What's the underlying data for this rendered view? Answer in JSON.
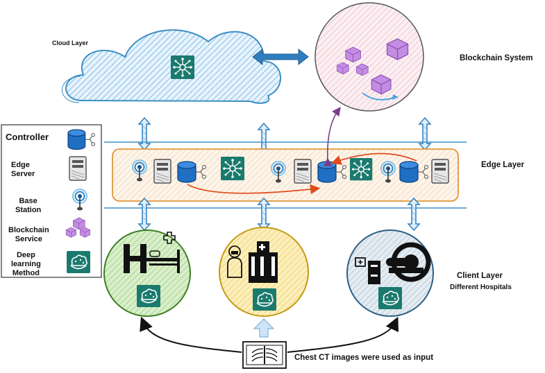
{
  "labels": {
    "cloud_layer": "Cloud Layer",
    "blockchain_system": "Blockchain System",
    "edge_layer": "Edge Layer",
    "client_layer": "Client Layer",
    "different_hospitals": "Different Hospitals",
    "input_caption": "Chest CT images were used as input"
  },
  "legend": {
    "items": [
      {
        "label": "Controller",
        "icon": "database-controller-icon"
      },
      {
        "label": "Edge\nServer",
        "icon": "server-icon"
      },
      {
        "label": "Base\nStation",
        "icon": "base-station-icon"
      },
      {
        "label": "Blockchain\nService",
        "icon": "blockchain-cubes-icon"
      },
      {
        "label": "Deep\nlearning\nMethod",
        "icon": "deep-learning-brain-icon"
      }
    ]
  },
  "colors": {
    "cloud_stroke": "#3d8fc4",
    "cloud_fill": "#cfe6f7",
    "blockchain_fill": "#f6dfe6",
    "edge_fill": "#fbe9d6",
    "edge_stroke": "#e0963a",
    "arrow_blue": "#2f7fc0",
    "teal": "#1b7a6e",
    "controller_blue": "#1f6fc2",
    "cube_purple": "#b57ad6",
    "hospital1": "#5aa33a",
    "hospital2": "#e7b62a",
    "hospital3": "#2b5f86"
  }
}
